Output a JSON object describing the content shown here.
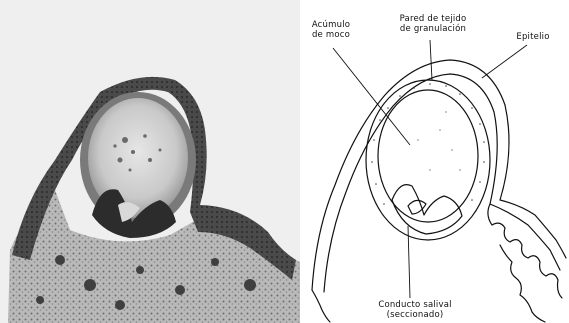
{
  "labels": {
    "mucus": [
      "Acúmulo",
      "de moco"
    ],
    "wall": [
      "Pared de tejido",
      "de granulación"
    ],
    "epithelium": "Epitelio",
    "duct": "Conducto salival (seccionado)"
  },
  "colors": {
    "ink": "#111111",
    "background": "#ffffff",
    "micrograph_dark": "#3a3a3a",
    "micrograph_mid": "#8c8c8c",
    "micrograph_light": "#d8d8d8"
  }
}
